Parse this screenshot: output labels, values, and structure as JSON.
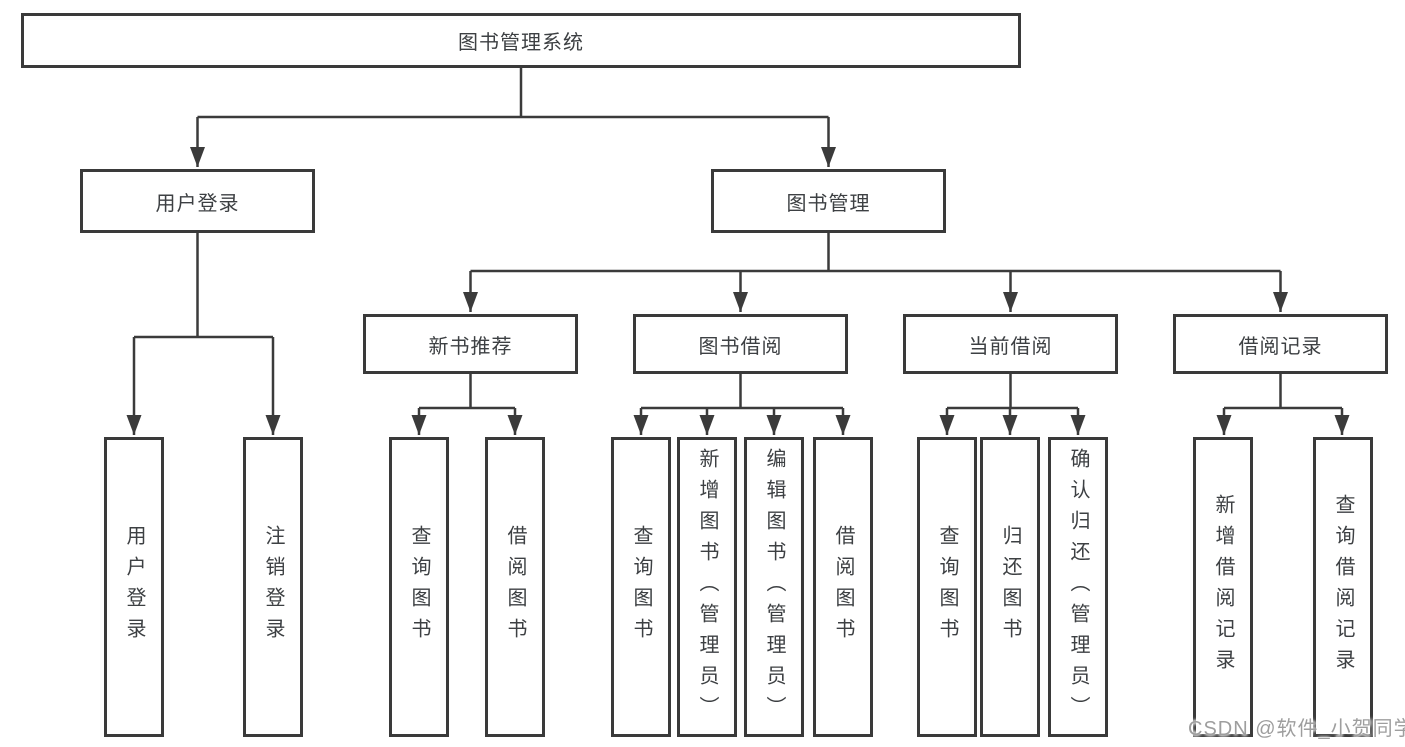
{
  "diagram": {
    "watermark": "CSDN @软件_小贺同学",
    "colors": {
      "line": "#3b3b3b",
      "border": "#3a3a3a",
      "text": "#3d4043",
      "watermark": "#9e9e9e",
      "background": "#ffffff"
    },
    "nodes": {
      "root": {
        "label": "图书管理系统"
      },
      "branches": [
        {
          "label": "用户登录",
          "children": [
            "用户登录",
            "注销登录"
          ]
        },
        {
          "label": "图书管理",
          "children": [
            "新书推荐",
            "图书借阅",
            "当前借阅",
            "借阅记录"
          ]
        }
      ],
      "modules": [
        {
          "label": "新书推荐",
          "parent": "图书管理"
        },
        {
          "label": "图书借阅",
          "parent": "图书管理"
        },
        {
          "label": "当前借阅",
          "parent": "图书管理"
        },
        {
          "label": "借阅记录",
          "parent": "图书管理"
        }
      ],
      "leaves": [
        {
          "label": "用户登录",
          "parent": "用户登录"
        },
        {
          "label": "注销登录",
          "parent": "用户登录"
        },
        {
          "label": "查询图书",
          "parent": "新书推荐"
        },
        {
          "label": "借阅图书",
          "parent": "新书推荐"
        },
        {
          "label": "查询图书",
          "parent": "图书借阅"
        },
        {
          "label": "新增图书（管理员）",
          "parent": "图书借阅"
        },
        {
          "label": "编辑图书（管理员）",
          "parent": "图书借阅"
        },
        {
          "label": "借阅图书",
          "parent": "图书借阅"
        },
        {
          "label": "查询图书",
          "parent": "当前借阅"
        },
        {
          "label": "归还图书",
          "parent": "当前借阅"
        },
        {
          "label": "确认归还（管理员）",
          "parent": "当前借阅"
        },
        {
          "label": "新增借阅记录",
          "parent": "借阅记录"
        },
        {
          "label": "查询借阅记录",
          "parent": "借阅记录"
        }
      ]
    }
  }
}
